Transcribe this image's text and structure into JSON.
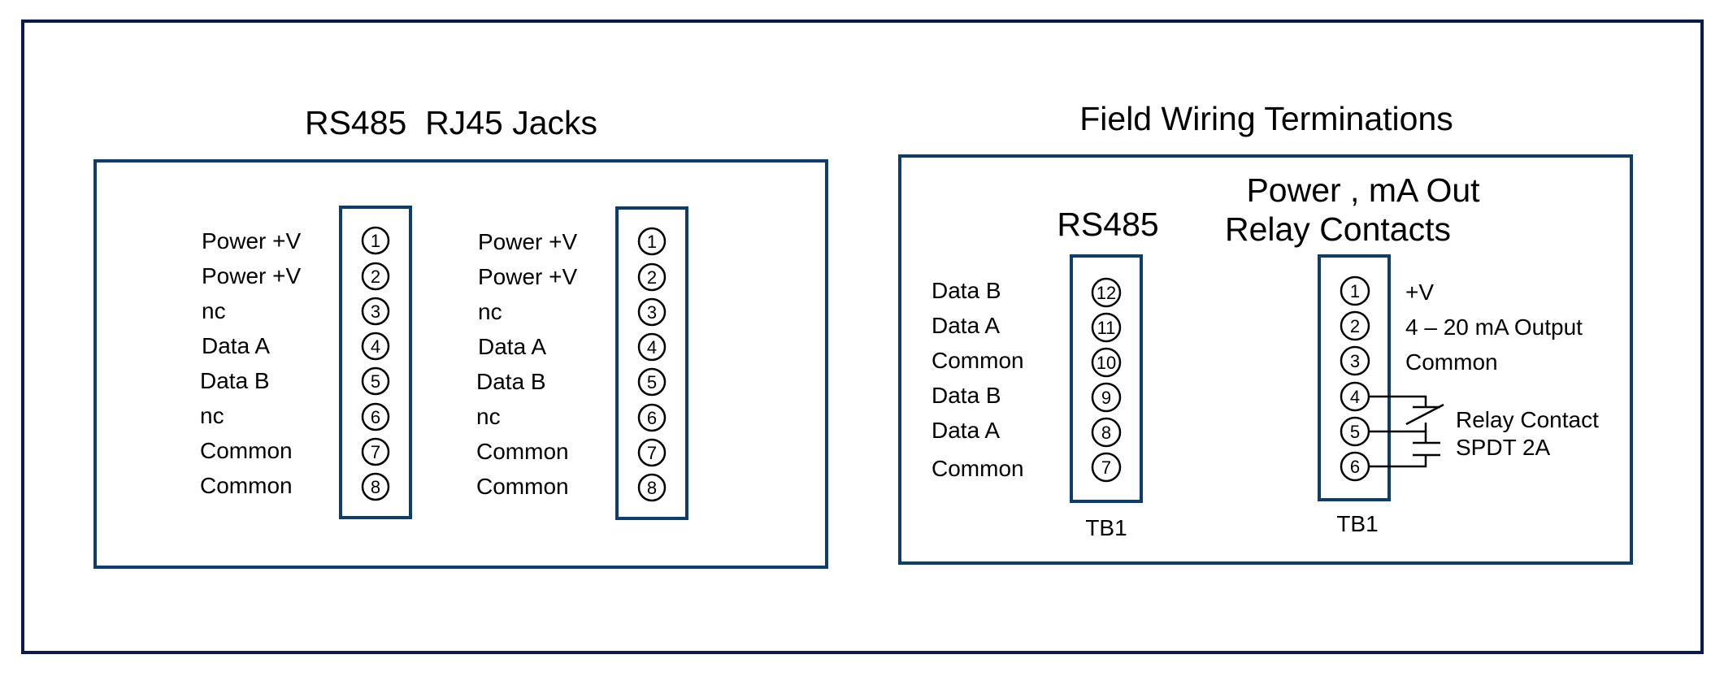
{
  "colors": {
    "frame": "#0a1a4a",
    "box": "#0b3d6e",
    "line": "#000000",
    "background": "#ffffff"
  },
  "rj45": {
    "title": "RS485  RJ45 Jacks",
    "jacks": [
      {
        "pins": [
          "1",
          "2",
          "3",
          "4",
          "5",
          "6",
          "7",
          "8"
        ],
        "labels": [
          "Power +V",
          "Power +V",
          "nc",
          "Data A",
          "Data B",
          "nc",
          "Common",
          "Common"
        ]
      },
      {
        "pins": [
          "1",
          "2",
          "3",
          "4",
          "5",
          "6",
          "7",
          "8"
        ],
        "labels": [
          "Power +V",
          "Power +V",
          "nc",
          "Data A",
          "Data B",
          "nc",
          "Common",
          "Common"
        ]
      }
    ]
  },
  "field": {
    "title": "Field Wiring Terminations",
    "rs485": {
      "heading": "RS485",
      "pins": [
        "12",
        "11",
        "10",
        "9",
        "8",
        "7"
      ],
      "labels": [
        "Data B",
        "Data A",
        "Common",
        "Data B",
        "Data A",
        "Common"
      ],
      "block": "TB1"
    },
    "power": {
      "heading_line1": "Power , mA Out",
      "heading_line2": "Relay Contacts",
      "pins": [
        "1",
        "2",
        "3",
        "4",
        "5",
        "6"
      ],
      "labels": [
        "+V",
        "4 – 20 mA Output",
        "Common"
      ],
      "block": "TB1",
      "relay_line1": "Relay Contact",
      "relay_line2": "SPDT 2A"
    }
  }
}
